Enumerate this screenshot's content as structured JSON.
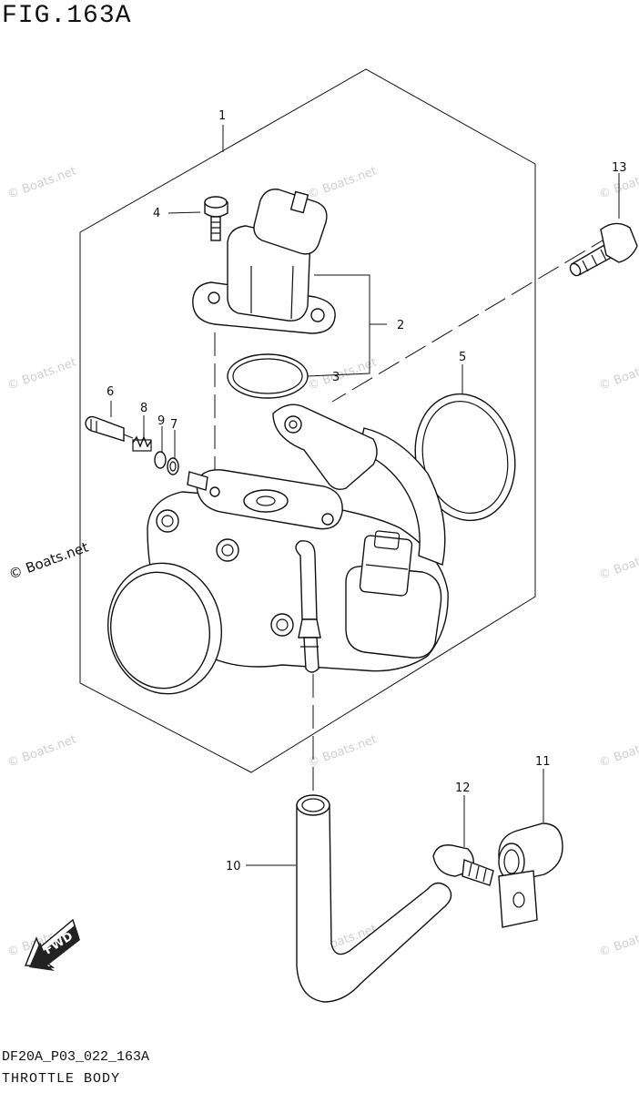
{
  "figure": {
    "title": "FIG.163A",
    "code": "DF20A_P03_022_163A",
    "name": "THROTTLE BODY"
  },
  "watermark": {
    "text": "© Boats.net"
  },
  "fwd_arrow": {
    "text": "FWD"
  },
  "callouts": {
    "c1": "1",
    "c2": "2",
    "c3": "3",
    "c4": "4",
    "c5": "5",
    "c6": "6",
    "c7": "7",
    "c8": "8",
    "c9": "9",
    "c10": "10",
    "c11": "11",
    "c12": "12",
    "c13": "13"
  }
}
